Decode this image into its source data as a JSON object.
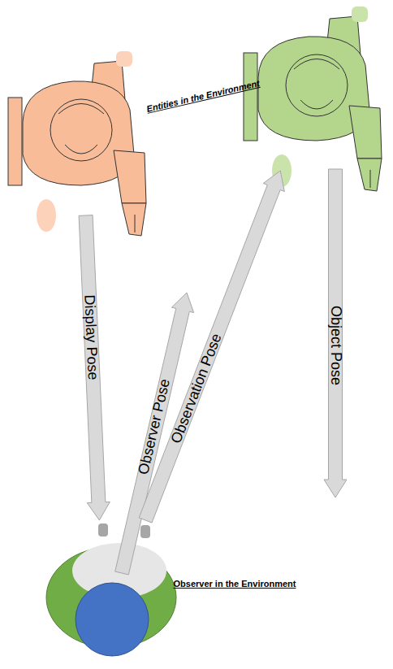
{
  "diagram": {
    "nodes": [
      {
        "text": [
          "Entities in the Environment"
        ]
      },
      {
        "text": []
      },
      {
        "text": [
          "Observer in the Environment"
        ]
      }
    ],
    "edges": [
      {
        "from": 0,
        "to": 2,
        "arrow": "to",
        "label": "Display Pose"
      },
      {
        "from": 2,
        "to": 1,
        "arrow": "to",
        "label": "Observation Pose"
      }
    ],
    "labels": [
      "Observer Pose",
      "Object Pose"
    ]
  }
}
